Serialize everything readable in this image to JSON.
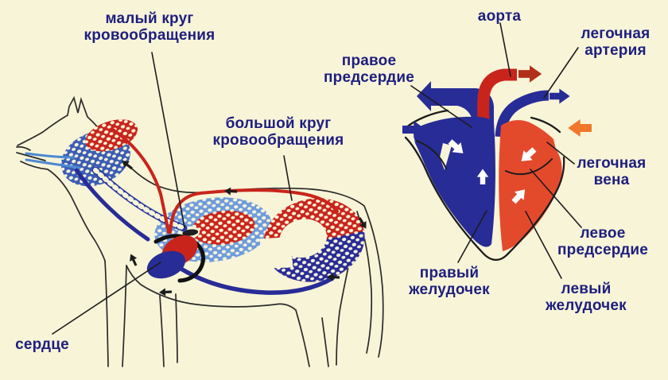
{
  "diagram": {
    "labels": {
      "small_circle": "малый круг\nкровообращения",
      "aorta": "аорта",
      "pulmonary_artery": "легочная\nартерия",
      "right_atrium": "правое\nпредсердие",
      "big_circle": "большой круг\nкровообращения",
      "pulmonary_vein": "легочная\nвена",
      "left_atrium": "левое\nпредсердие",
      "right_ventricle": "правый\nжелудочек",
      "left_ventricle": "левый\nжелудочек",
      "heart": "сердце"
    },
    "colors": {
      "background": "#f8f4d8",
      "label_text": "#1d1e7e",
      "vein_blue": "#282c96",
      "artery_red": "#c9241b",
      "heart_red": "#e34a2c",
      "light_blue": "#4d89d2",
      "mesh_blue": "#3a5cb4",
      "lung_blue": "#6d9bdc",
      "orange": "#f0782a",
      "dark_red": "#b23018",
      "line_black": "#1c1c1c"
    }
  }
}
